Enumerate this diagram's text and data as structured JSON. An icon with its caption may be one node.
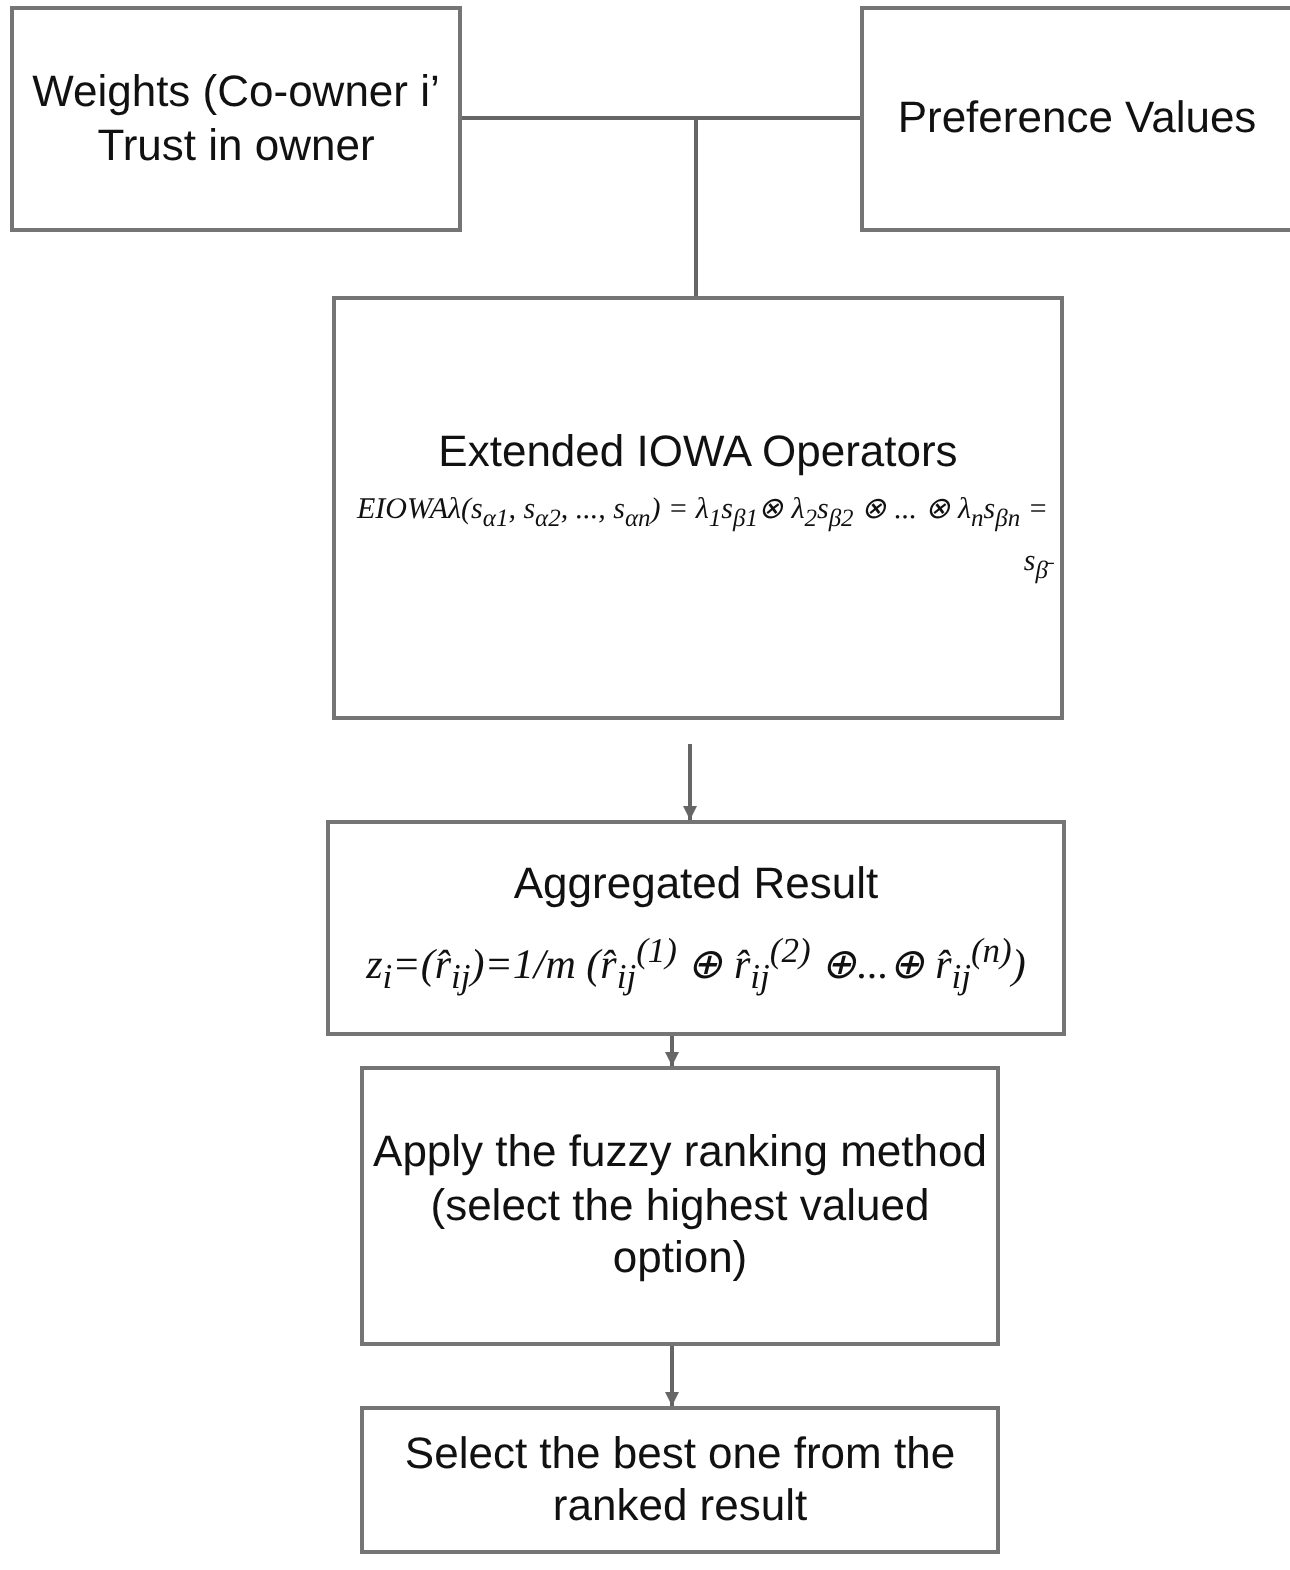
{
  "diagram": {
    "nodes": [
      {
        "text": [
          "Weights (Co-owner i’ Trust in owner"
        ]
      },
      {
        "text": [
          "Preference Values"
        ]
      },
      {
        "text": [
          "Extended IOWA Operators",
          "EIOWAλ(s$_{α1}$, s$_{α2}$, ..., s$_{αn}$) = λ$_{1}$s$_{β1}$⊗ λ$_{2}$s$_{β2}$ ⊗ ... ⊗ λ$_{n}$s$_{βn}$ = s$_{β̄}$"
        ]
      },
      {
        "text": [
          "Aggregated Result",
          "z$_{i}$=(r̂$_{ij}$)=1/m (r̂$_{ij}$$^{(1)}$ ⊕ r̂$_{ij}$$^{(2)}$ ⊕...⊕ r̂$_{ij}$$^{(n)}$)"
        ]
      },
      {
        "text": [
          "Apply the fuzzy ranking method (select the highest valued option)"
        ]
      },
      {
        "text": [
          "Select the best one from the ranked result"
        ]
      }
    ],
    "edges": [
      {
        "from": 0,
        "to": 2,
        "arrow": "none"
      },
      {
        "from": 1,
        "to": 2,
        "arrow": "none"
      },
      {
        "from": 2,
        "to": 3,
        "arrow": "to"
      },
      {
        "from": 3,
        "to": 4,
        "arrow": "to"
      },
      {
        "from": 4,
        "to": 5,
        "arrow": "to"
      }
    ]
  }
}
